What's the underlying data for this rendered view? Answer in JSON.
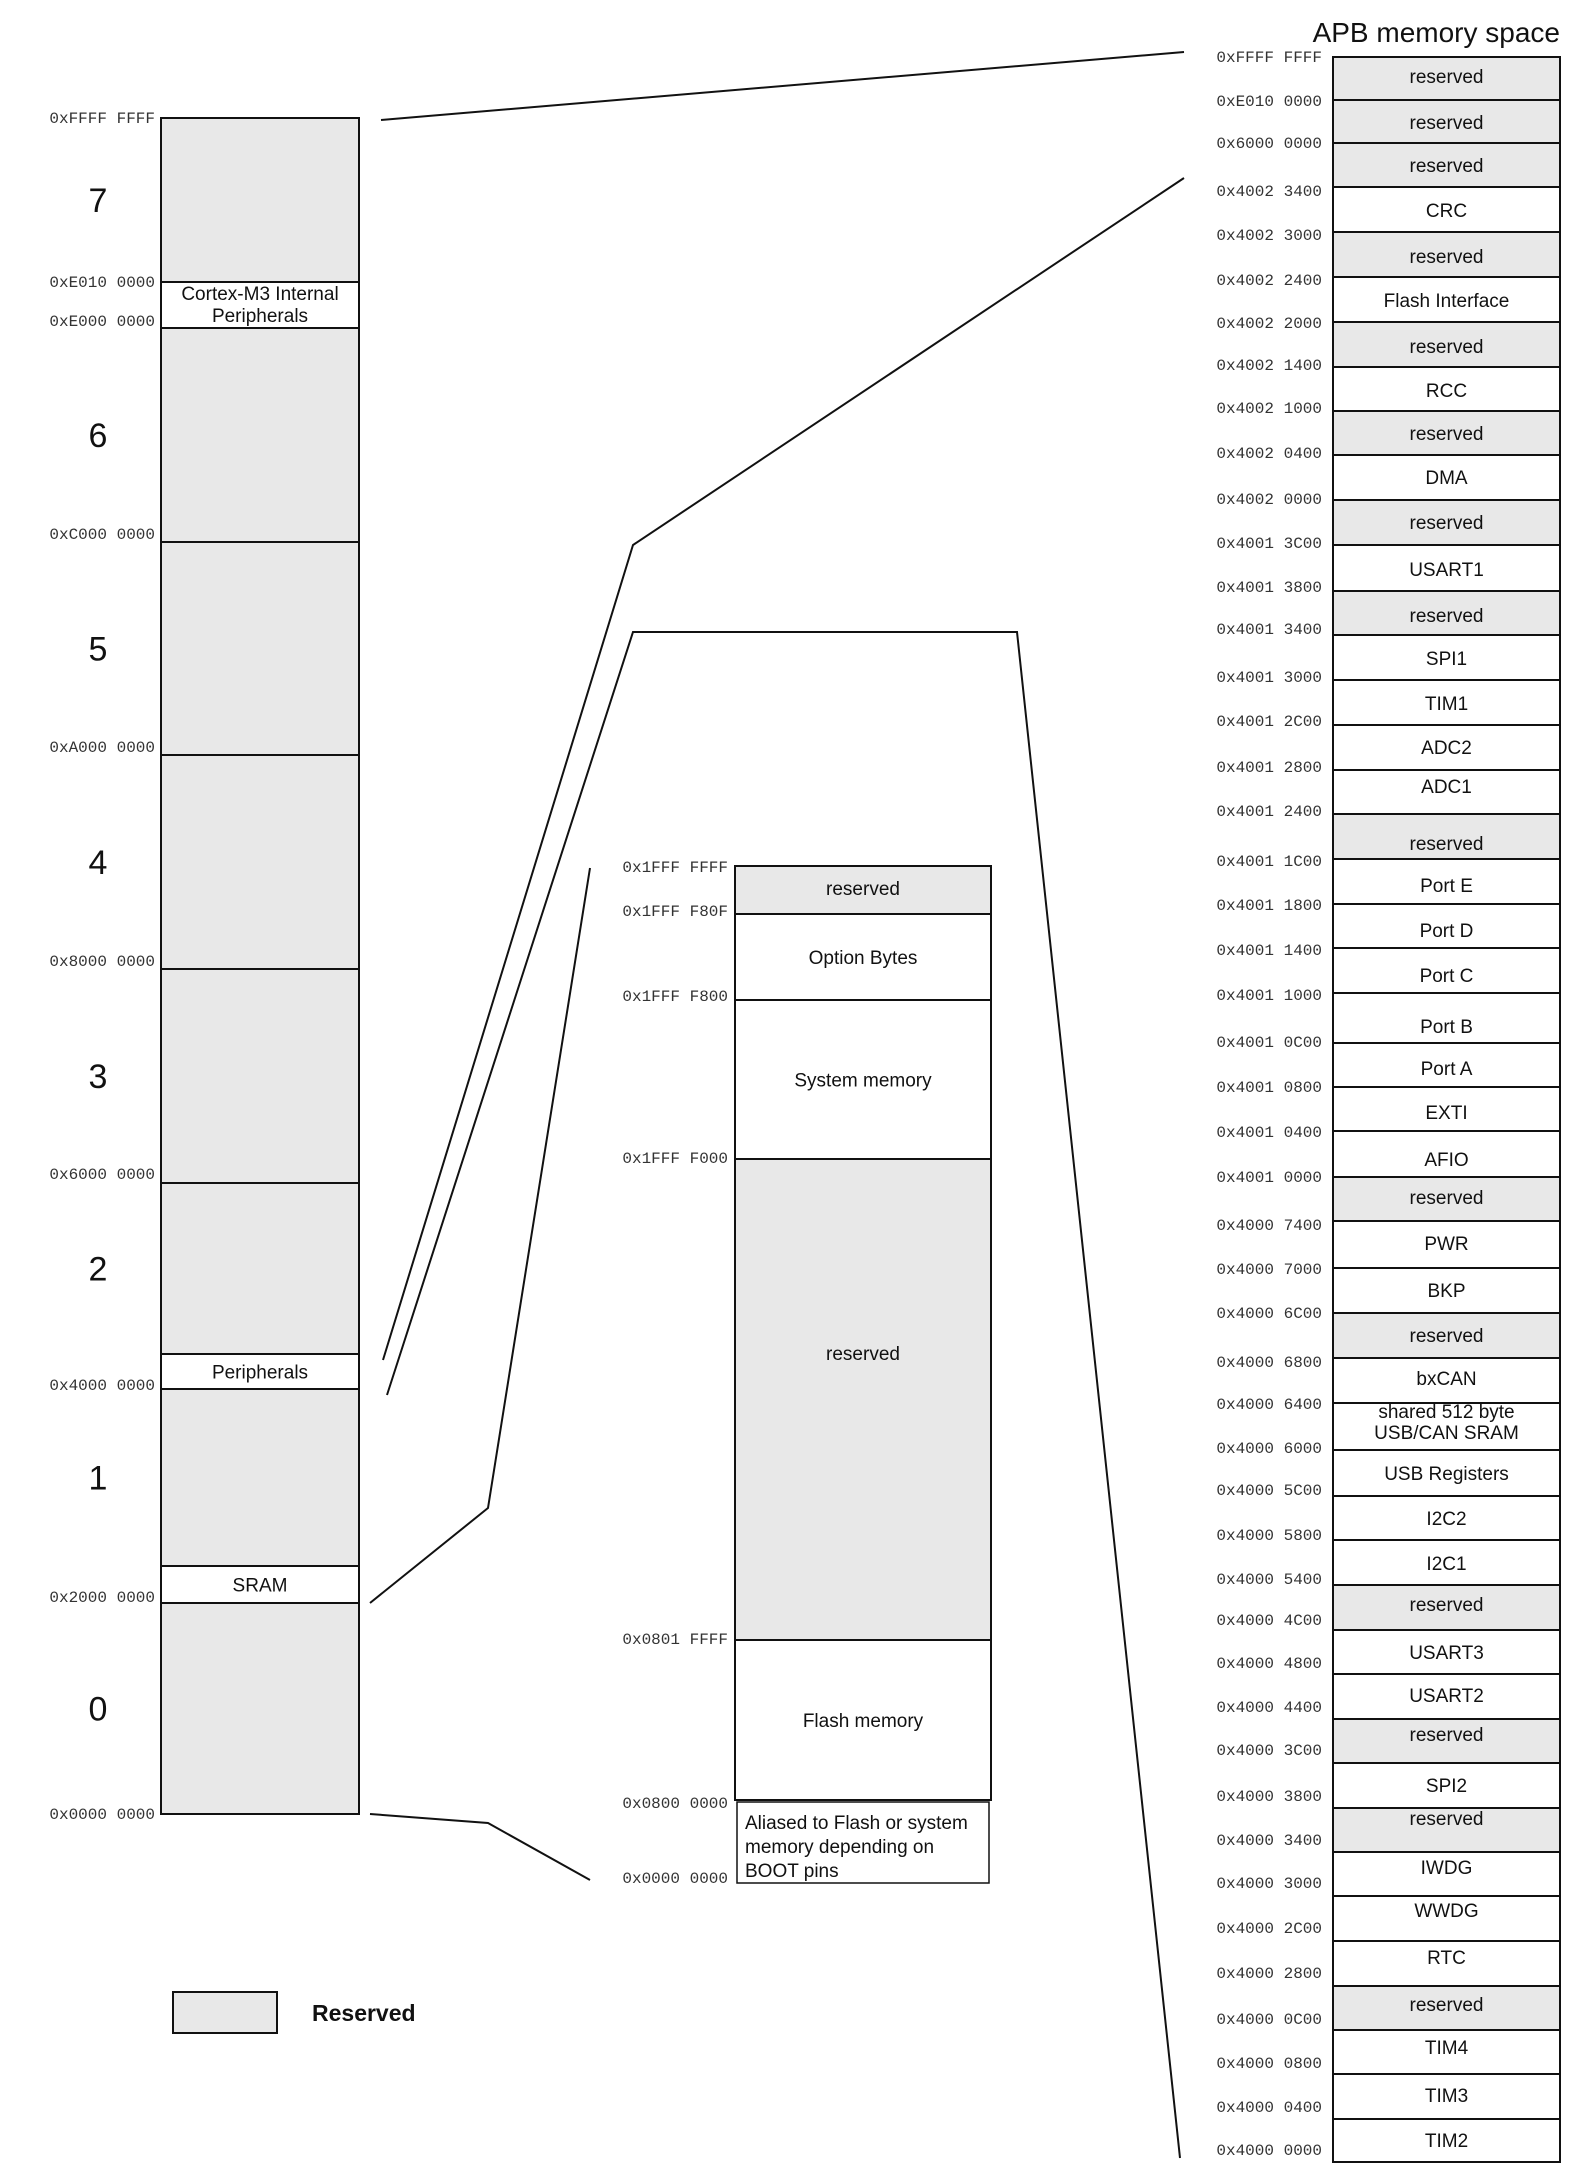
{
  "title": "APB memory space",
  "legend": {
    "label": "Reserved"
  },
  "colors": {
    "reserved": "#e8e8e8",
    "used": "#ffffff",
    "line": "#111111"
  },
  "main_map": {
    "blocks": [
      {
        "number": "7",
        "label": "",
        "reserved": true
      },
      {
        "number": "",
        "label": "Cortex-M3 Internal Peripherals",
        "reserved": false
      },
      {
        "number": "6",
        "label": "",
        "reserved": true
      },
      {
        "number": "5",
        "label": "",
        "reserved": true
      },
      {
        "number": "4",
        "label": "",
        "reserved": true
      },
      {
        "number": "3",
        "label": "",
        "reserved": true
      },
      {
        "number": "2",
        "label": "",
        "reserved": true
      },
      {
        "number": "",
        "label": "Peripherals",
        "reserved": false
      },
      {
        "number": "1",
        "label": "",
        "reserved": true
      },
      {
        "number": "",
        "label": "SRAM",
        "reserved": false
      },
      {
        "number": "0",
        "label": "",
        "reserved": true
      }
    ],
    "addresses": [
      "0xFFFF FFFF",
      "0xE010 0000",
      "0xE000 0000",
      "0xC000 0000",
      "0xA000 0000",
      "0x8000 0000",
      "0x6000 0000",
      "0x4000 0000",
      "0x2000 0000",
      "0x0000 0000"
    ]
  },
  "mid_map": {
    "blocks": [
      {
        "label": "reserved",
        "reserved": true
      },
      {
        "label": "Option Bytes",
        "reserved": false
      },
      {
        "label": "System memory",
        "reserved": false
      },
      {
        "label": "reserved",
        "reserved": true
      },
      {
        "label": "Flash memory",
        "reserved": false
      }
    ],
    "alias_box": "Aliased to Flash or system memory depending on BOOT pins",
    "addresses": [
      "0x1FFF FFFF",
      "0x1FFF F80F",
      "0x1FFF F800",
      "0x1FFF F000",
      "0x0801 FFFF",
      "0x0800 0000",
      "0x0000 0000"
    ]
  },
  "apb_map": {
    "blocks": [
      {
        "label": "reserved",
        "reserved": true
      },
      {
        "label": "reserved",
        "reserved": true
      },
      {
        "label": "reserved",
        "reserved": true
      },
      {
        "label": "CRC",
        "reserved": false
      },
      {
        "label": "reserved",
        "reserved": true
      },
      {
        "label": "Flash Interface",
        "reserved": false
      },
      {
        "label": "reserved",
        "reserved": true
      },
      {
        "label": "RCC",
        "reserved": false
      },
      {
        "label": "reserved",
        "reserved": true
      },
      {
        "label": "DMA",
        "reserved": false
      },
      {
        "label": "reserved",
        "reserved": true
      },
      {
        "label": "USART1",
        "reserved": false
      },
      {
        "label": "reserved",
        "reserved": true
      },
      {
        "label": "SPI1",
        "reserved": false
      },
      {
        "label": "TIM1",
        "reserved": false
      },
      {
        "label": "ADC2",
        "reserved": false
      },
      {
        "label": "ADC1",
        "reserved": false
      },
      {
        "label": "reserved",
        "reserved": true
      },
      {
        "label": "Port E",
        "reserved": false
      },
      {
        "label": "Port D",
        "reserved": false
      },
      {
        "label": "Port C",
        "reserved": false
      },
      {
        "label": "Port B",
        "reserved": false
      },
      {
        "label": "Port A",
        "reserved": false
      },
      {
        "label": "EXTI",
        "reserved": false
      },
      {
        "label": "AFIO",
        "reserved": false
      },
      {
        "label": "reserved",
        "reserved": true
      },
      {
        "label": "PWR",
        "reserved": false
      },
      {
        "label": "BKP",
        "reserved": false
      },
      {
        "label": "reserved",
        "reserved": true
      },
      {
        "label": "bxCAN",
        "reserved": false
      },
      {
        "label": "shared 512 byte USB/CAN SRAM",
        "reserved": false
      },
      {
        "label": "USB Registers",
        "reserved": false
      },
      {
        "label": "I2C2",
        "reserved": false
      },
      {
        "label": "I2C1",
        "reserved": false
      },
      {
        "label": "reserved",
        "reserved": true
      },
      {
        "label": "USART3",
        "reserved": false
      },
      {
        "label": "USART2",
        "reserved": false
      },
      {
        "label": "reserved",
        "reserved": true
      },
      {
        "label": "SPI2",
        "reserved": false
      },
      {
        "label": "reserved",
        "reserved": true
      },
      {
        "label": "IWDG",
        "reserved": false
      },
      {
        "label": "WWDG",
        "reserved": false
      },
      {
        "label": "RTC",
        "reserved": false
      },
      {
        "label": "reserved",
        "reserved": true
      },
      {
        "label": "TIM4",
        "reserved": false
      },
      {
        "label": "TIM3",
        "reserved": false
      },
      {
        "label": "TIM2",
        "reserved": false
      }
    ],
    "addresses": [
      "0xFFFF FFFF",
      "0xE010 0000",
      "0x6000 0000",
      "0x4002 3400",
      "0x4002 3000",
      "0x4002 2400",
      "0x4002 2000",
      "0x4002 1400",
      "0x4002 1000",
      "0x4002 0400",
      "0x4002 0000",
      "0x4001 3C00",
      "0x4001 3800",
      "0x4001 3400",
      "0x4001 3000",
      "0x4001 2C00",
      "0x4001 2800",
      "0x4001 2400",
      "0x4001 1C00",
      "0x4001 1800",
      "0x4001 1400",
      "0x4001 1000",
      "0x4001 0C00",
      "0x4001 0800",
      "0x4001 0400",
      "0x4001 0000",
      "0x4000 7400",
      "0x4000 7000",
      "0x4000 6C00",
      "0x4000 6800",
      "0x4000 6400",
      "0x4000 6000",
      "0x4000 5C00",
      "0x4000 5800",
      "0x4000 5400",
      "0x4000 4C00",
      "0x4000 4800",
      "0x4000 4400",
      "0x4000 3C00",
      "0x4000 3800",
      "0x4000 3400",
      "0x4000 3000",
      "0x4000 2C00",
      "0x4000 2800",
      "0x4000 0C00",
      "0x4000 0800",
      "0x4000 0400",
      "0x4000 0000"
    ]
  }
}
